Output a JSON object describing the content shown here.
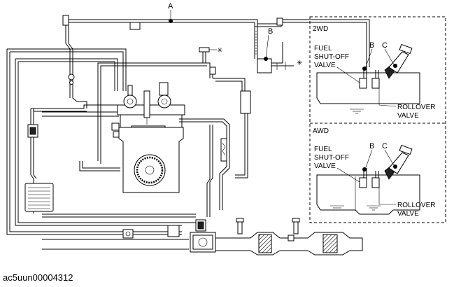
{
  "callouts": {
    "a": "A",
    "b_main": "B",
    "b_2wd": "B",
    "c_2wd": "C",
    "b_awd": "B",
    "c_awd": "C"
  },
  "insets": {
    "top_title": "2WD",
    "bottom_title": "AWD"
  },
  "labels": {
    "fuel_shutoff_line1": "FUEL",
    "fuel_shutoff_line2": "SHUT-OFF",
    "fuel_shutoff_line3": "VALVE",
    "rollover_line1": "ROLLOVER",
    "rollover_line2": "VALVE"
  },
  "symbols": {
    "atmosphere": "✳"
  },
  "figure_code": "ac5uun00004312"
}
